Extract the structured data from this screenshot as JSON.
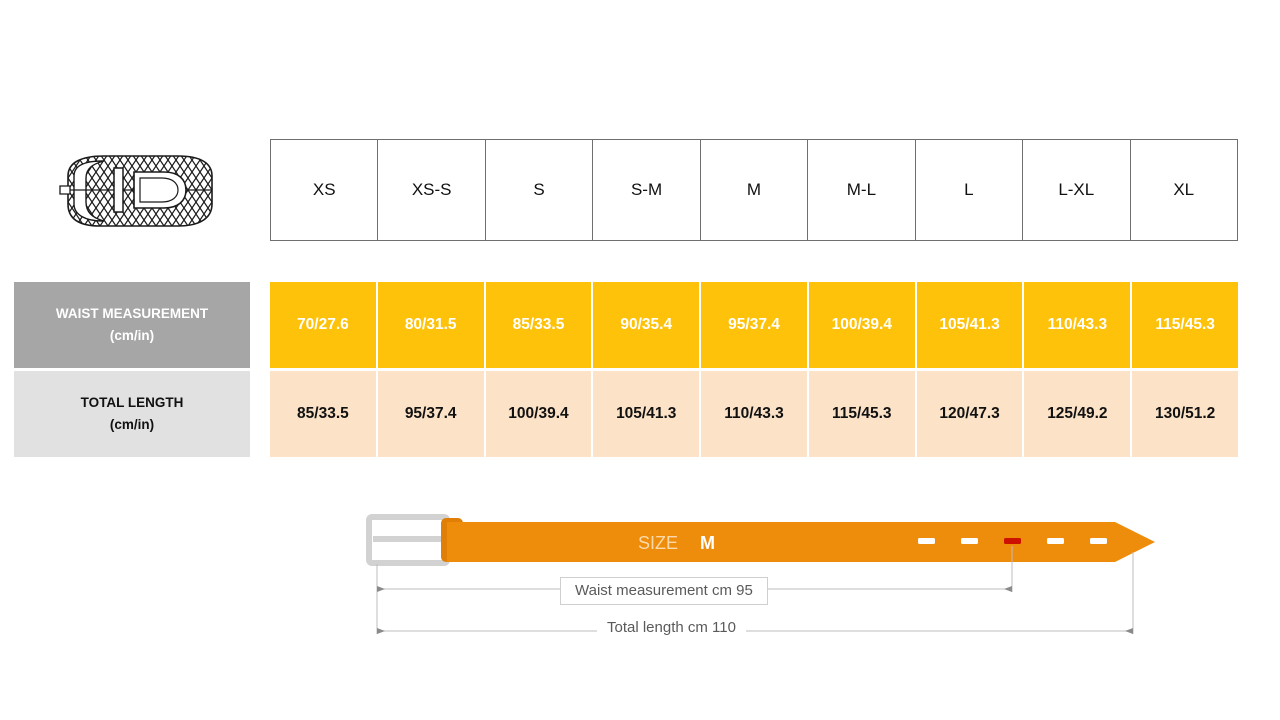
{
  "product": {
    "icon_name": "braided-belt-illustration"
  },
  "size_table": {
    "sizes": [
      "XS",
      "XS-S",
      "S",
      "S-M",
      "M",
      "M-L",
      "L",
      "L-XL",
      "XL"
    ],
    "rows": [
      {
        "label_line1": "WAIST MEASUREMENT",
        "label_line2": "(cm/in)",
        "values": [
          "70/27.6",
          "80/31.5",
          "85/33.5",
          "90/35.4",
          "95/37.4",
          "100/39.4",
          "105/41.3",
          "110/43.3",
          "115/45.3"
        ]
      },
      {
        "label_line1": "TOTAL LENGTH",
        "label_line2": "(cm/in)",
        "values": [
          "85/33.5",
          "95/37.4",
          "100/39.4",
          "105/41.3",
          "110/43.3",
          "115/45.3",
          "120/47.3",
          "125/49.2",
          "130/51.2"
        ]
      }
    ]
  },
  "diagram": {
    "belt_label_prefix": "SIZE",
    "belt_label_size": "M",
    "waist_dimension": "Waist measurement cm 95",
    "total_dimension": "Total length cm 110",
    "holes_total": 5,
    "highlighted_hole_index": 3,
    "highlight_color": "#CC1100"
  },
  "colors": {
    "waist_fill": "#FFC20A",
    "waist_label_fill": "#A6A6A6",
    "length_fill": "#FCE3C8",
    "length_label_fill": "#E1E1E1",
    "belt_orange": "#EE8C0B",
    "belt_orange_dark": "#E07E06",
    "buckle_gray": "#D8D8D8",
    "table_border": "#6F6F6F"
  }
}
